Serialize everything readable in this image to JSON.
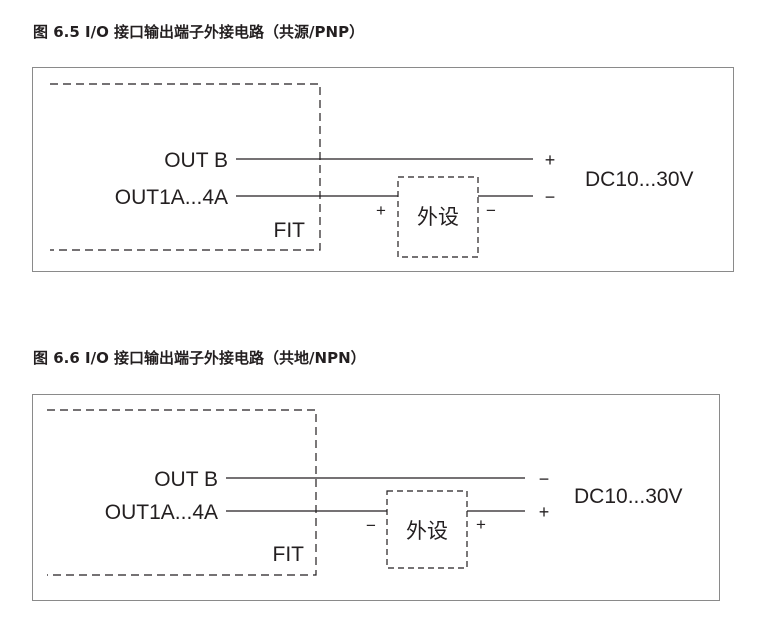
{
  "fig1": {
    "caption": "图 6.5 I/O 接口输出端子外接电路（共源/PNP）",
    "out_b_label": "OUT B",
    "out1a_label": "OUT1A...4A",
    "fit_label": "FIT",
    "device_label": "外设",
    "device_left_sign": "+",
    "device_right_sign": "−",
    "supply_top_sign": "+",
    "supply_bottom_sign": "−",
    "supply_label": "DC10...30V"
  },
  "fig2": {
    "caption": "图 6.6 I/O 接口输出端子外接电路（共地/NPN）",
    "out_b_label": "OUT B",
    "out1a_label": "OUT1A...4A",
    "fit_label": "FIT",
    "device_label": "外设",
    "device_left_sign": "−",
    "device_right_sign": "+",
    "supply_top_sign": "−",
    "supply_bottom_sign": "+",
    "supply_label": "DC10...30V"
  }
}
